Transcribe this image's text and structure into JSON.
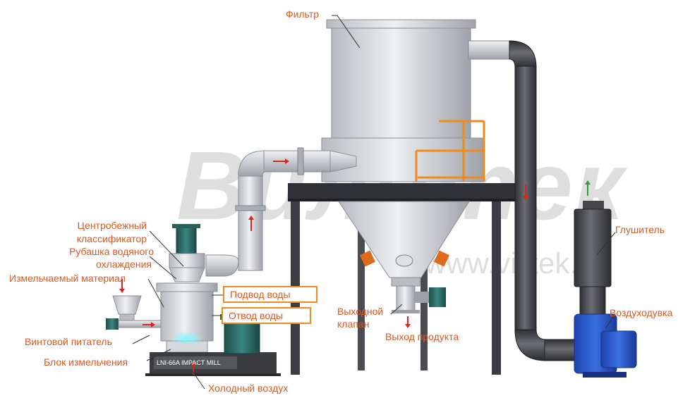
{
  "watermark": {
    "brand": "Вилитек",
    "url": "www.vilitek.ru"
  },
  "labels": {
    "filter": "Фильтр",
    "classifier_line1": "Центробежный",
    "classifier_line2": "классификатор",
    "jacket_line1": "Рубашка водяного",
    "jacket_line2": "охлаждения",
    "material": "Измельчаемый материал",
    "feeder": "Винтовой питатель",
    "grinding_unit": "Блок измельчения",
    "water_in": "Подвод воды",
    "water_out": "Отвод воды",
    "cold_air": "Холодный воздух",
    "valve_line1": "Выходной",
    "valve_line2": "клапан",
    "product_out": "Выход продукта",
    "silencer": "Глушитель",
    "blower": "Воздуходувка",
    "mill_plate": "LNI-66A IMPACT MILL"
  },
  "colors": {
    "label_text": "#e0561c",
    "box_border": "#f08a1e",
    "steel": "#c9ccd0",
    "dark_pipe": "#3e4044",
    "blower_blue": "#2f5fd0",
    "motor_teal": "#2e6f6a",
    "flow_arrow": "#d9261c",
    "fan_arrow": "#2ca02c",
    "watermark": "#bfbfbf"
  }
}
